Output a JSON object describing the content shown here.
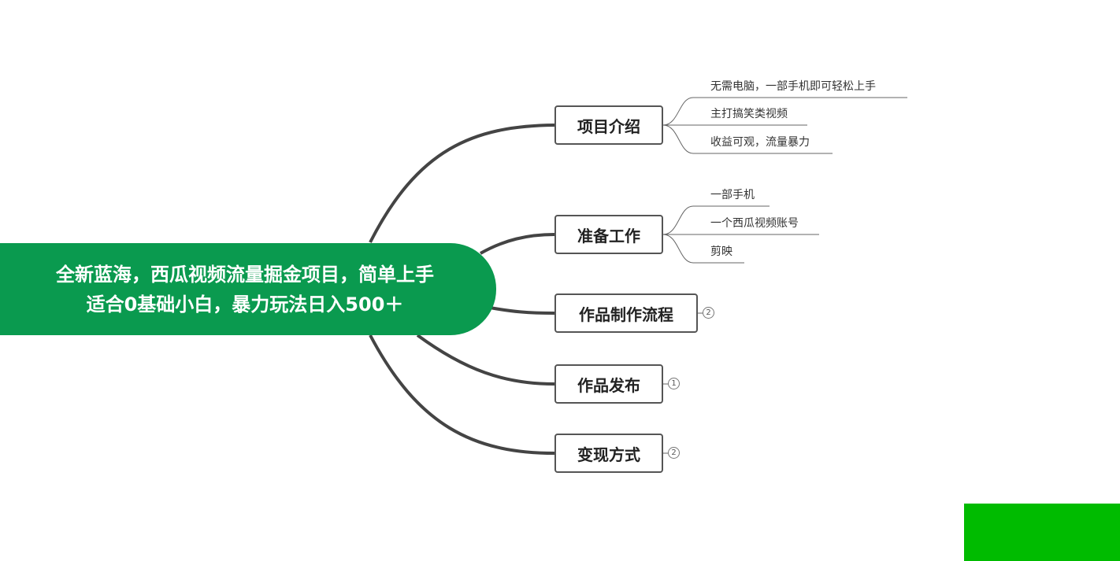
{
  "root": {
    "line1": "全新蓝海，西瓜视频流量掘金项目，简单上手",
    "line2": "适合0基础小白，暴力玩法日入500＋"
  },
  "branches": [
    {
      "label": "项目介绍",
      "children": [
        "无需电脑，一部手机即可轻松上手",
        "主打搞笑类视频",
        "收益可观，流量暴力"
      ]
    },
    {
      "label": "准备工作",
      "children": [
        "一部手机",
        "一个西瓜视频账号",
        "剪映"
      ]
    },
    {
      "label": "作品制作流程",
      "collapsed_count": "2"
    },
    {
      "label": "作品发布",
      "collapsed_count": "1"
    },
    {
      "label": "变现方式",
      "collapsed_count": "2"
    }
  ],
  "colors": {
    "root_bg": "#0a9a4f",
    "connector": "#444444",
    "corner_block": "#00bb00"
  }
}
